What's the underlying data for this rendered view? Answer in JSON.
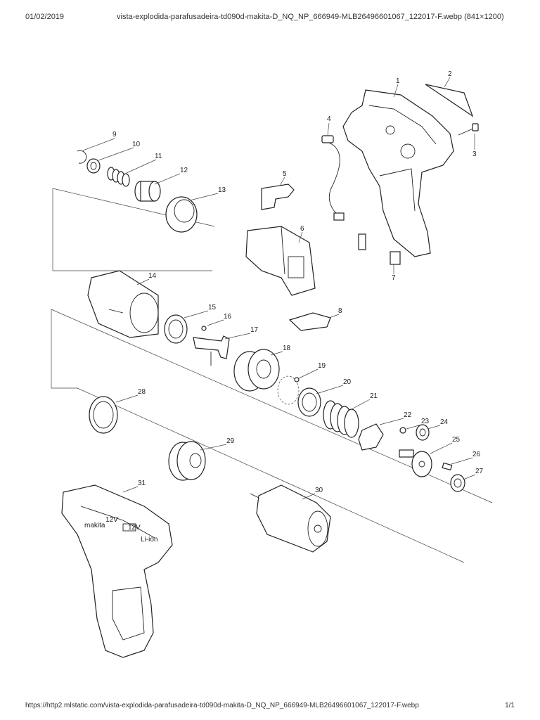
{
  "header": {
    "date": "01/02/2019",
    "title": "vista-explodida-parafusadeira-td090d-makita-D_NQ_NP_666949-MLB26496601067_122017-F.webp (841×1200)"
  },
  "footer": {
    "url": "https://http2.mlstatic.com/vista-explodida-parafusadeira-td090d-makita-D_NQ_NP_666949-MLB26496601067_122017-F.webp",
    "page": "1/1"
  },
  "diagram": {
    "part_numbers": [
      "1",
      "2",
      "3",
      "4",
      "5",
      "6",
      "7",
      "8",
      "9",
      "10",
      "11",
      "12",
      "13",
      "14",
      "15",
      "16",
      "17",
      "18",
      "19",
      "20",
      "21",
      "22",
      "23",
      "24",
      "25",
      "26",
      "27",
      "28",
      "29",
      "30",
      "31"
    ],
    "housing_text": [
      "makita",
      "12V",
      "12V",
      "Li-ion"
    ]
  }
}
